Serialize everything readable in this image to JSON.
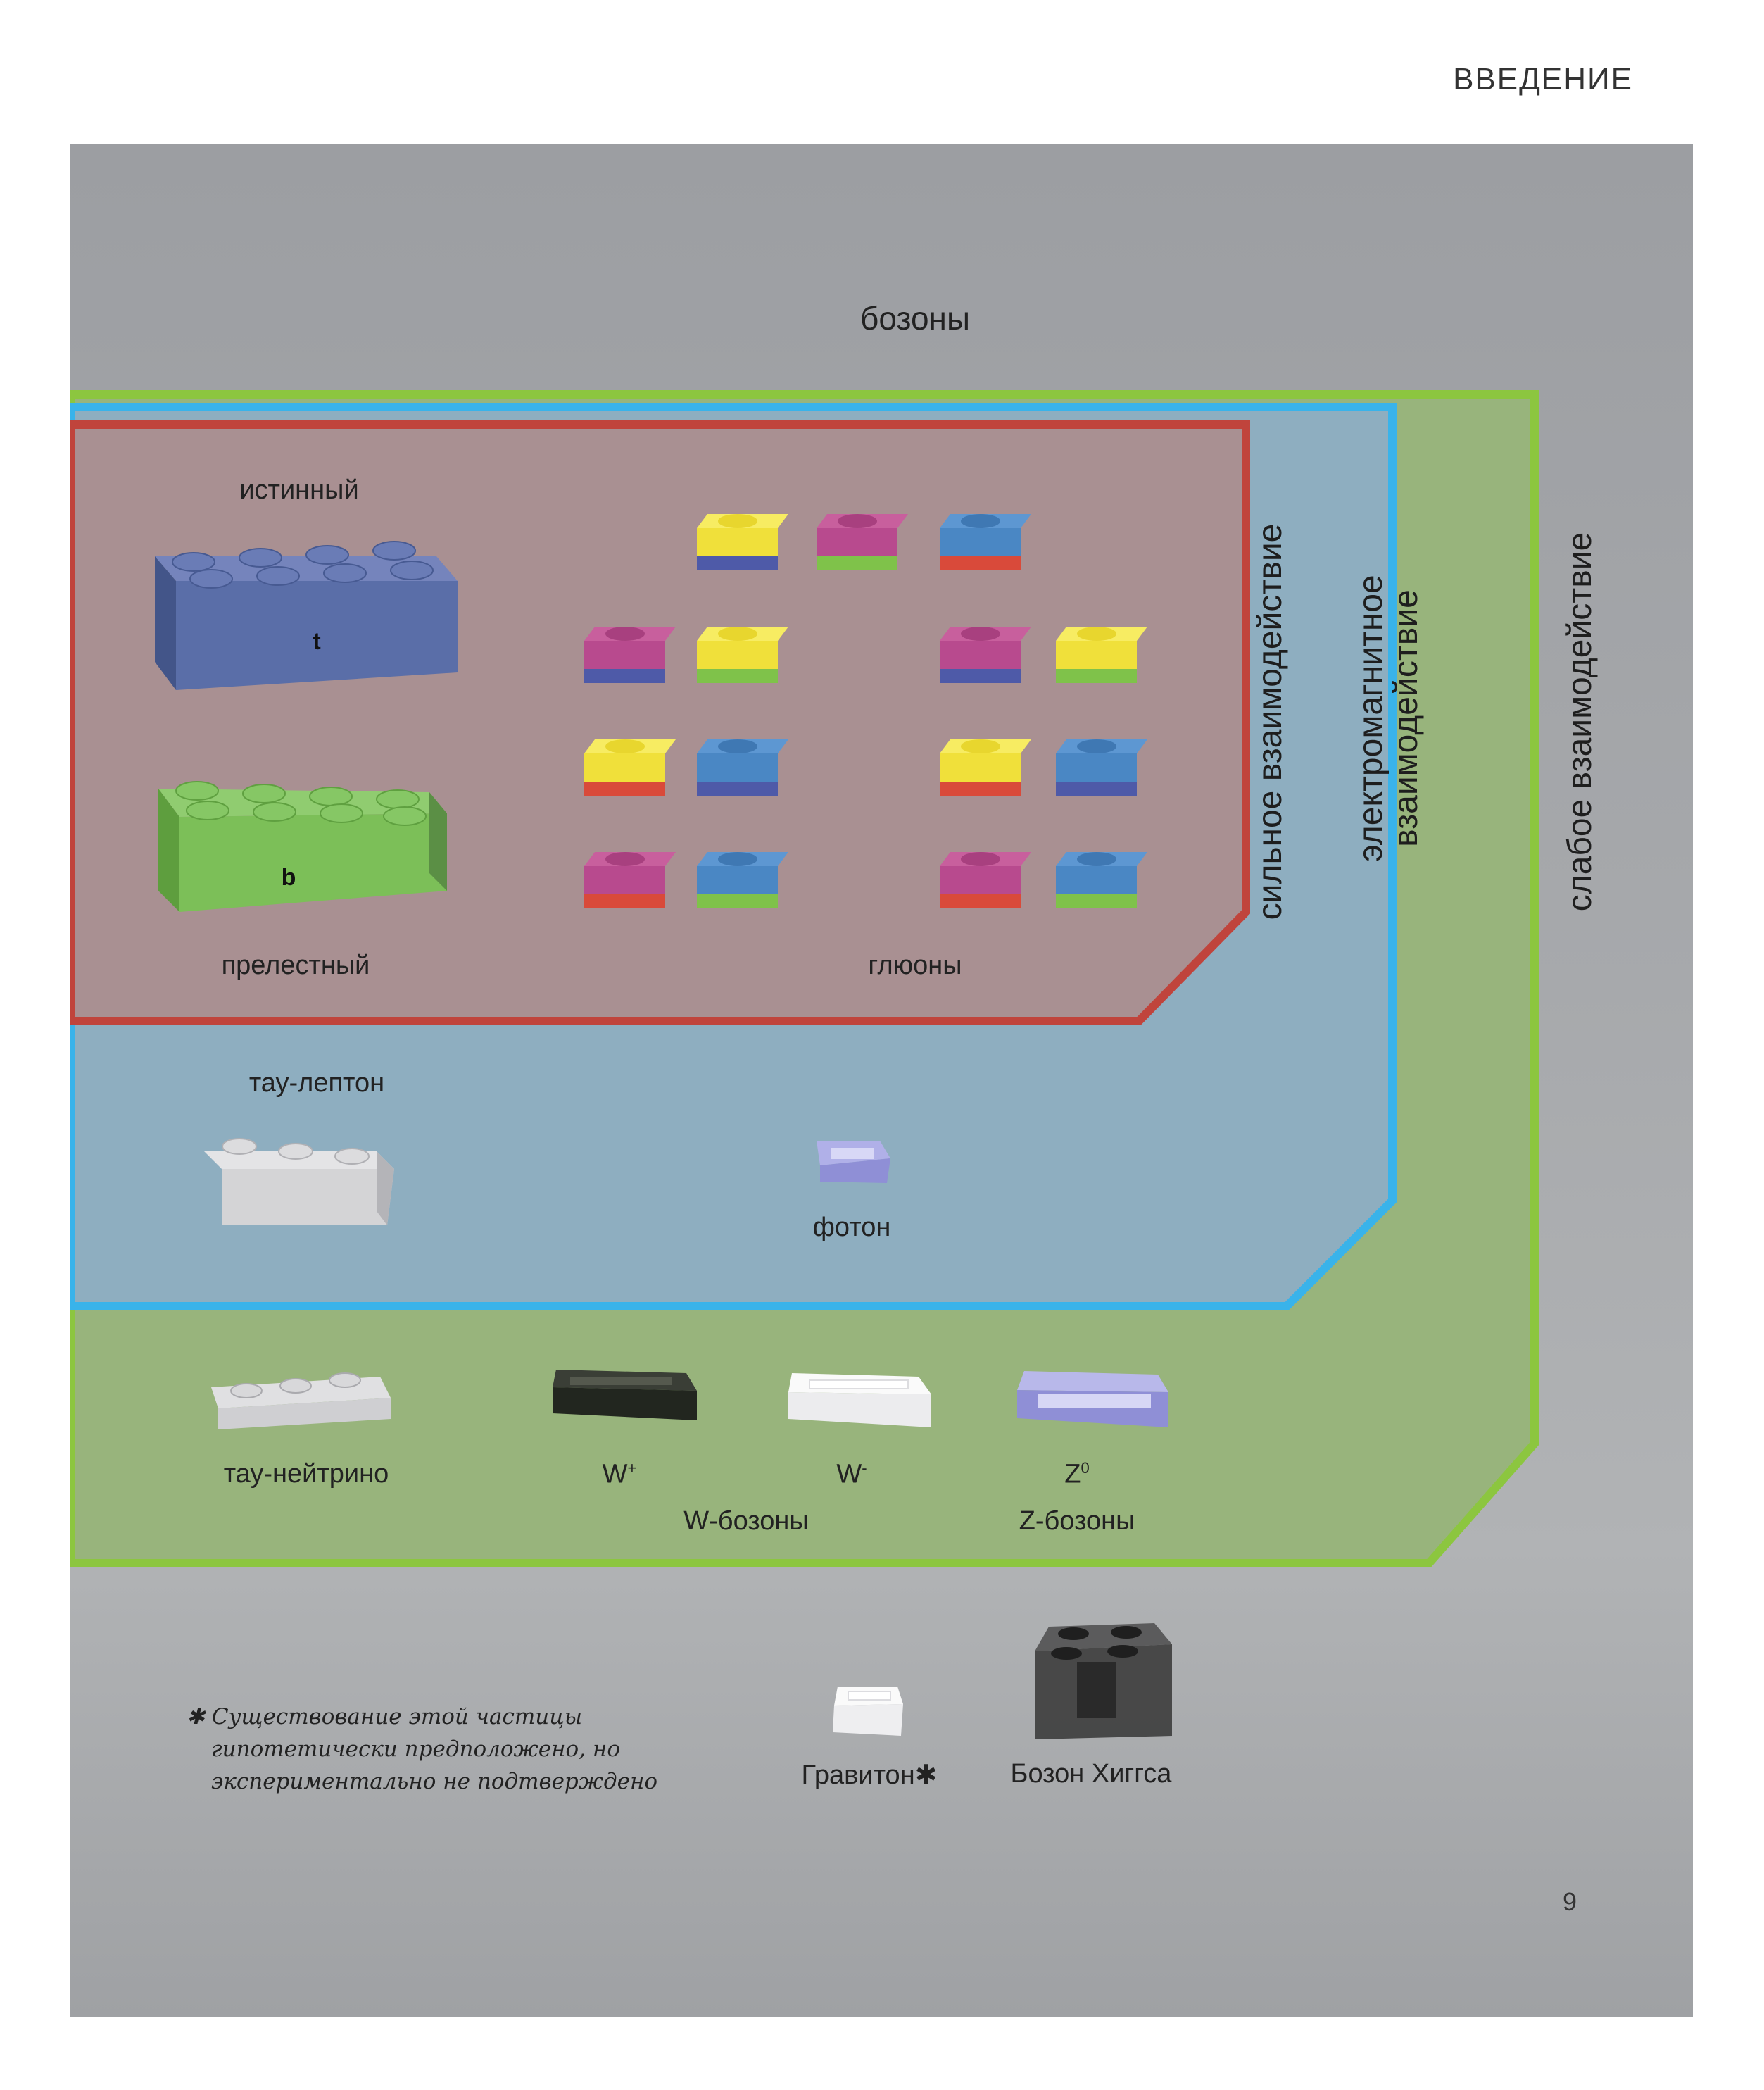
{
  "header": {
    "section": "ВВЕДЕНИЕ",
    "page_number": "9"
  },
  "title": "бозоны",
  "interactions": {
    "strong": "сильное взаимодействие",
    "electromagnetic_line1": "электромагнитное",
    "electromagnetic_line2": "взаимодействие",
    "weak": "слабое взаимодействие"
  },
  "quarks": {
    "top_label": "истинный",
    "top_symbol": "t",
    "bottom_label": "прелестный",
    "bottom_symbol": "b"
  },
  "gluons_label": "глюоны",
  "tau_lepton": "тау‑лептон",
  "photon": "фотон",
  "tau_neutrino": "тау‑нейтрино",
  "w_plus": {
    "base": "W",
    "sup": "+"
  },
  "w_minus": {
    "base": "W",
    "sup": "-"
  },
  "z0": {
    "base": "Z",
    "sup": "0"
  },
  "w_bosons": "W‑бозоны",
  "z_bosons": "Z‑бозоны",
  "graviton": "Гравитон",
  "graviton_mark": "✱",
  "higgs": "Бозон Хиггса",
  "footnote": {
    "mark": "✱",
    "line1": "Существование этой частицы",
    "line2": "гипотетически предположено, но",
    "line3": "экспериментально не подтверждено"
  },
  "colors": {
    "strong_border": "#c0443c",
    "em_border": "#39b3ea",
    "weak_border": "#8cc63f",
    "top_brick": "#5a6ea8",
    "bottom_brick": "#7cbf58",
    "gluon_yellow": "#f0e03a",
    "gluon_magenta": "#b84a8e",
    "gluon_blue": "#4a87c4",
    "photon": "#8f8fd6"
  }
}
